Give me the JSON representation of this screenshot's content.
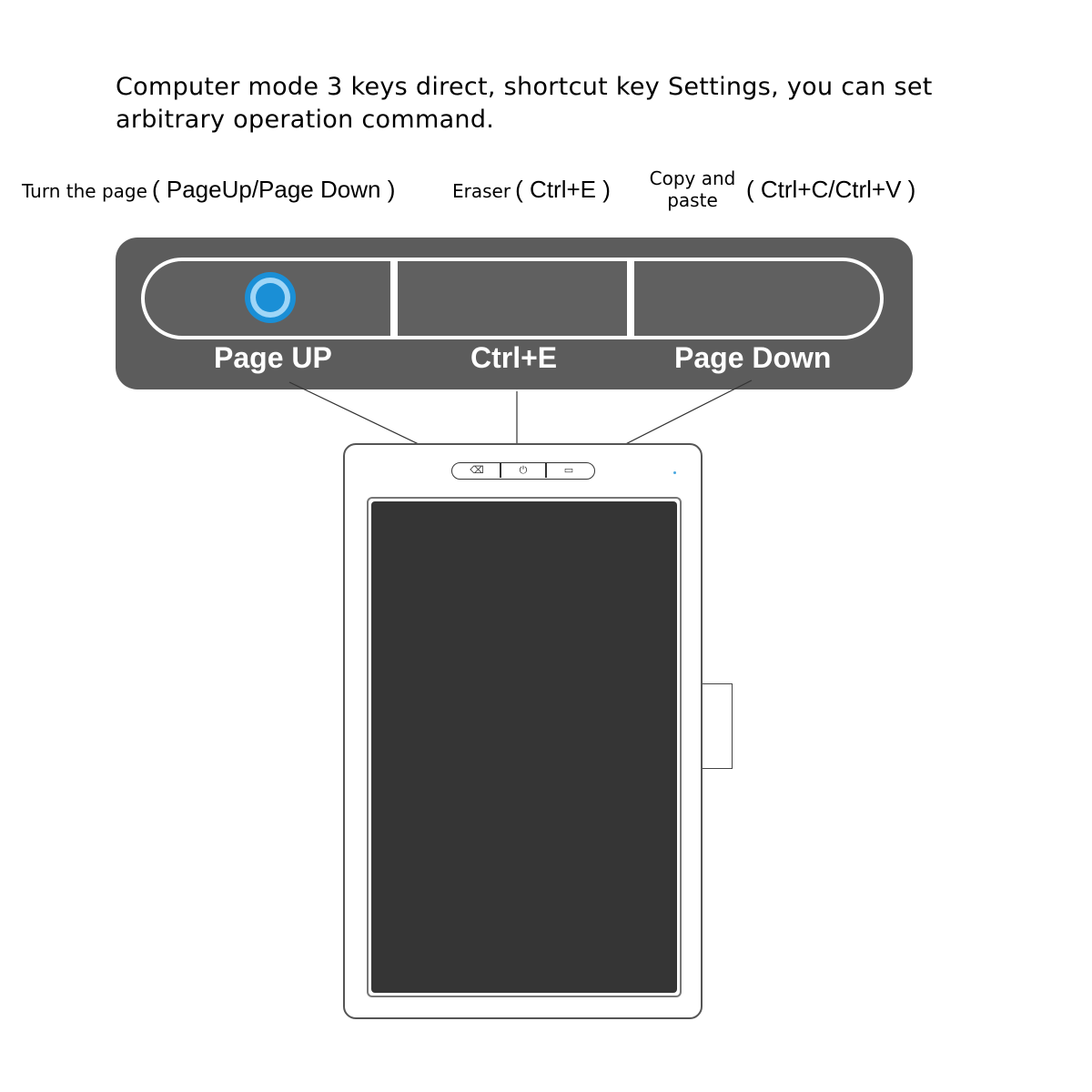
{
  "headline": {
    "line1": "Computer mode 3 keys direct, shortcut key Settings, you can set",
    "line2": "arbitrary operation command."
  },
  "functions": [
    {
      "name": "Turn the page",
      "shortcut": "( PageUp/Page Down )"
    },
    {
      "name": "Eraser",
      "shortcut": "( Ctrl+E )"
    },
    {
      "name_line1": "Copy and",
      "name_line2": "paste",
      "shortcut": "( Ctrl+C/Ctrl+V )"
    }
  ],
  "key_panel": {
    "keys": [
      {
        "label": "Page UP"
      },
      {
        "label": "Ctrl+E"
      },
      {
        "label": "Page Down"
      }
    ],
    "accent_color": "#1a8fd6",
    "panel_color": "#5c5c5c"
  },
  "tablet": {
    "button_icons": [
      "eraser-icon",
      "power-icon",
      "save-icon"
    ],
    "screen_color": "#353535"
  }
}
